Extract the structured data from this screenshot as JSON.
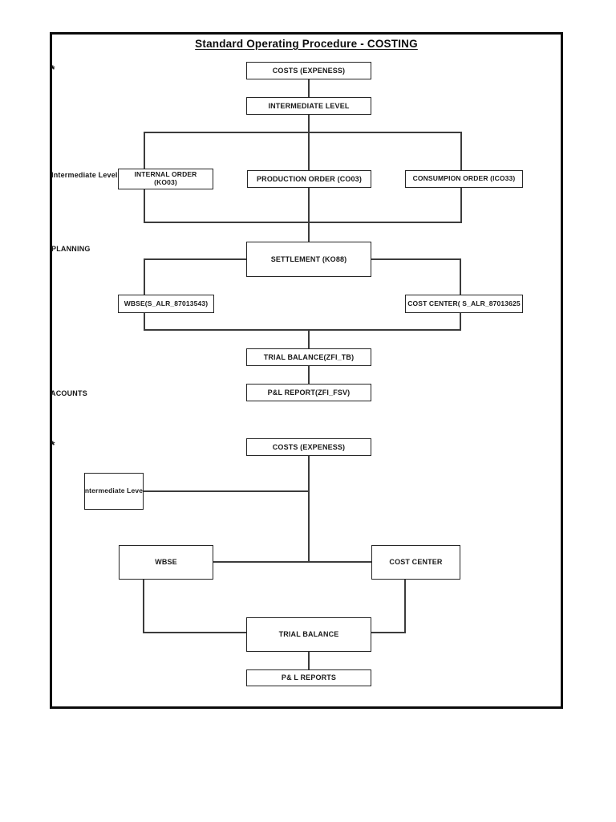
{
  "page": {
    "title": "Standard Operating Procedure - COSTING"
  },
  "side_labels": {
    "star_top": "*",
    "intermediate_level": "Intermediate Level",
    "planning": "PLANNING",
    "acounts": "ACOUNTS",
    "star_mid": "*"
  },
  "boxes": {
    "costs1": "COSTS (EXPENESS)",
    "intermediate1": "INTERMEDIATE LEVEL",
    "internal_order": {
      "line1": "INTERNAL ORDER",
      "line2": "(KO03)"
    },
    "production_order": "PRODUCTION ORDER (CO03)",
    "consumpion_order": "CONSUMPION ORDER (ICO33)",
    "settlement": "SETTLEMENT (KO88)",
    "wbse1": "WBSE(S_ALR_87013543)",
    "cost_center1": "COST CENTER( S_ALR_87013625",
    "trial_balance1": "TRIAL BALANCE(ZFI_TB)",
    "pl_report1": "P&L REPORT(ZFI_FSV)",
    "costs2": "COSTS (EXPENESS)",
    "intermediate2": "Intermediate Level",
    "wbse2": "WBSE",
    "cost_center2": "COST CENTER",
    "trial_balance2": "TRIAL BALANCE",
    "pl_reports2": "P& L REPORTS"
  }
}
